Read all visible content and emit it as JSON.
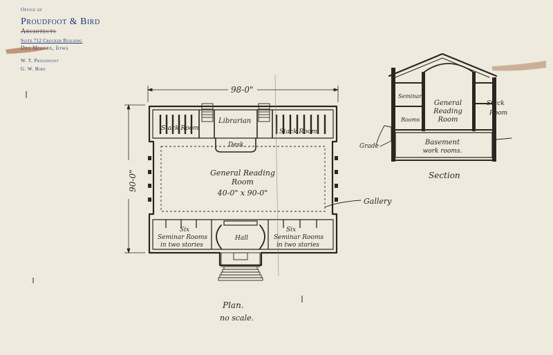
{
  "letterhead": {
    "office": "Office of",
    "firm": "Proudfoot & Bird",
    "profession": "Architects",
    "suite": "Suite 712 Crocker Building",
    "city": "Des Moines, Iowa",
    "partners": [
      "W. T. Proudfoot",
      "G. W. Bird"
    ]
  },
  "plan": {
    "dimension_width": "98-0\"",
    "dimension_depth": "90-0\"",
    "rooms": {
      "stack_room_left": "Stack Room",
      "librarian": "Librarian",
      "stack_room_right": "Stack Room",
      "desk": "Desk",
      "reading_room_line1": "General Reading",
      "reading_room_line2": "Room",
      "reading_room_size": "40-0\" x 90-0\"",
      "gallery": "Gallery",
      "hall": "Hall",
      "six_left": "Six",
      "seminar_left_line1": "Seminar Rooms",
      "seminar_left_line2": "in two stories",
      "six_right": "Six",
      "seminar_right_line1": "Seminar Rooms",
      "seminar_right_line2": "in two stories"
    },
    "caption": "Plan.",
    "note": "no scale."
  },
  "section": {
    "seminar_line1": "Seminar",
    "seminar_line2": "Rooms",
    "reading_line1": "General",
    "reading_line2": "Reading",
    "reading_line3": "Room",
    "stack_line1": "Stack",
    "stack_line2": "Room",
    "grade": "Grade",
    "basement_line1": "Basement",
    "basement_line2": "work rooms.",
    "caption": "Section"
  }
}
